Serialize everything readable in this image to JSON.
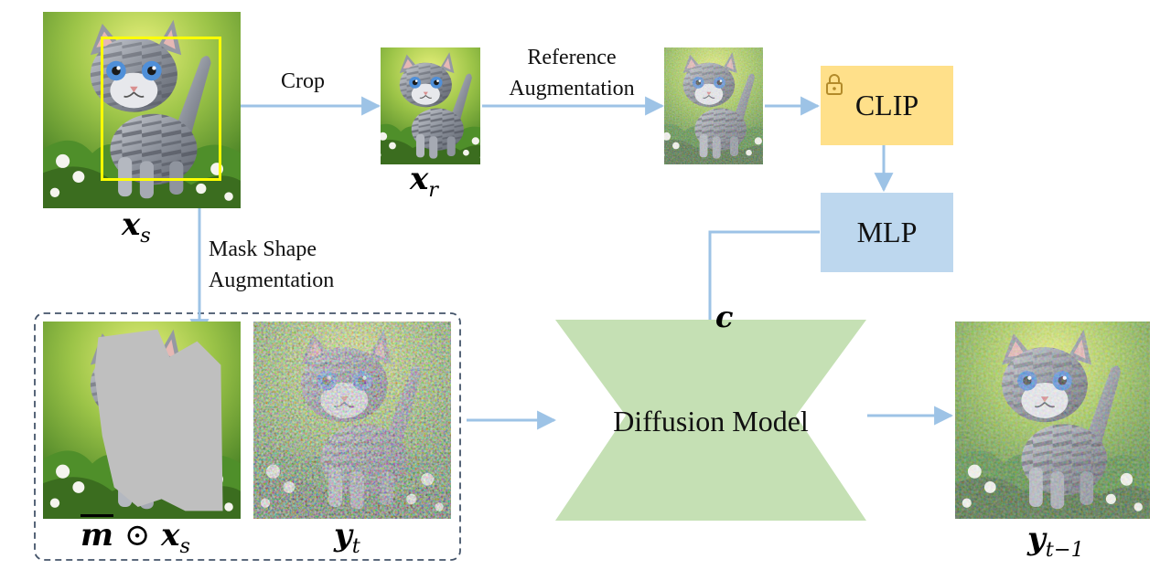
{
  "labels": {
    "crop": "Crop",
    "ref_aug_line1": "Reference",
    "ref_aug_line2": "Augmentation",
    "mask_aug_line1": "Mask Shape",
    "mask_aug_line2": "Augmentation"
  },
  "math": {
    "xs_base": "x",
    "xs_sub": "s",
    "xr_base": "x",
    "xr_sub": "r",
    "masked_m": "m",
    "masked_odot": "⊙",
    "masked_x": "x",
    "masked_sub": "s",
    "yt_base": "y",
    "yt_sub": "t",
    "ytm1_base": "y",
    "ytm1_sub": "t−1",
    "c": "c"
  },
  "blocks": {
    "clip": "CLIP",
    "mlp": "MLP",
    "diffusion": "Diffusion Model"
  },
  "icons": {
    "clip_lock": "lock-icon"
  },
  "colors": {
    "arrow": "#9dc3e6",
    "clip_fill": "#ffe08a",
    "mlp_fill": "#bdd7ee",
    "diffusion_fill": "#c5e0b4",
    "crop_box": "#ffff00",
    "dashed_border": "#44546a",
    "mask_fill": "#bfbfbf"
  }
}
